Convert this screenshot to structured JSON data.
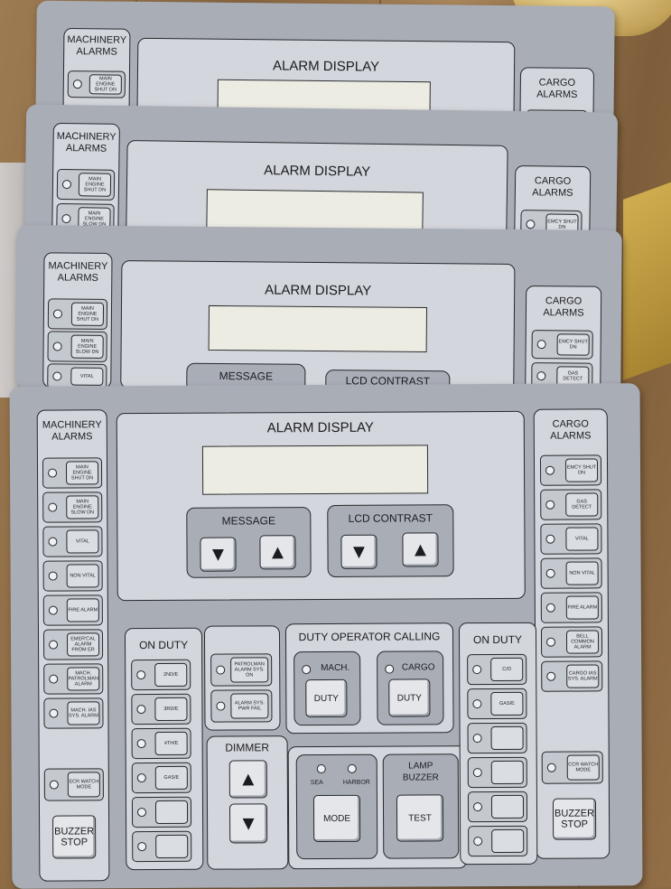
{
  "colors": {
    "panel": "#a9adb6",
    "inner": "#d3d6dc",
    "lcd": "#ecece3",
    "ink": "#1a1c20"
  },
  "labels": {
    "machinery_alarms": "MACHINERY ALARMS",
    "cargo_alarms": "CARGO ALARMS",
    "alarm_display": "ALARM DISPLAY",
    "message": "MESSAGE",
    "lcd_contrast": "LCD CONTRAST",
    "on_duty": "ON DUTY",
    "duty_operator_calling": "DUTY OPERATOR CALLING",
    "dimmer": "DIMMER",
    "lamp_buzzer": "LAMP BUZZER",
    "buzzer_stop": "BUZZER STOP",
    "mach": "MACH.",
    "cargo": "CARGO",
    "duty": "DUTY",
    "sea": "SEA",
    "harbor": "HARBOR",
    "mode": "MODE",
    "test": "TEST"
  },
  "machinery_keys": [
    "MAIN ENGINE SHUT DN",
    "MAIN ENGINE SLOW DN",
    "VITAL",
    "NON VITAL",
    "FIRE ALARM",
    "EMER'CAL ALARM FROM ER",
    "MACH. PATROLMAN ALARM",
    "MACH. IAS SYS. ALARM",
    "ECR WATCH MODE"
  ],
  "cargo_keys": [
    "EMCY SHUT DN",
    "GAS DETECT",
    "VITAL",
    "NON VITAL",
    "FIRE ALARM",
    "BELL COMMON ALARM",
    "CARGO IAS SYS. ALARM",
    "CCR WATCH MODE"
  ],
  "on_duty_left": [
    "2nd/E",
    "3rd/E",
    "4th/E",
    "GAS/E",
    "",
    ""
  ],
  "on_duty_right": [
    "C/O",
    "GAS/E",
    "",
    "",
    "",
    ""
  ],
  "patrolman_keys": [
    "PATROLMAN ALARM SYS. ON",
    "ALARM SYS. PWR FAIL"
  ],
  "glyphs": {
    "down": "▼",
    "up": "▲"
  }
}
